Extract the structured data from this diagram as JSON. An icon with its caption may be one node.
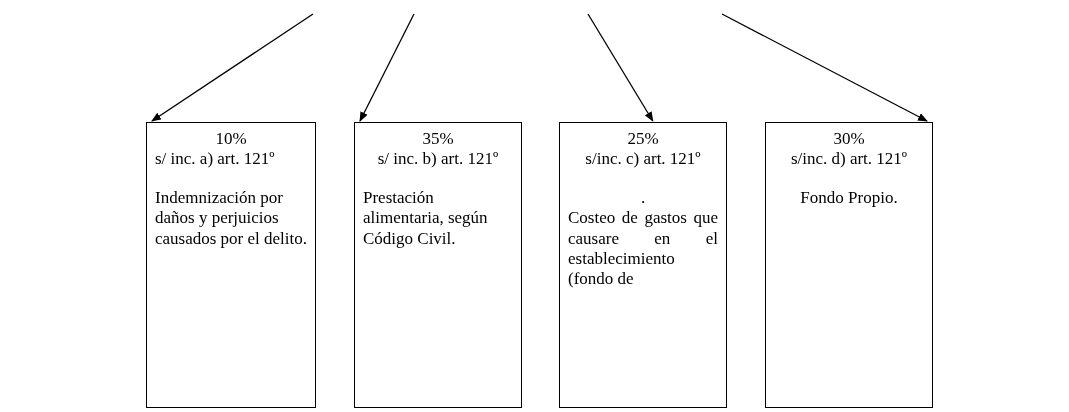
{
  "diagram": {
    "nodes": [
      {
        "text": [
          "10%",
          "s/ inc. a) art. 121º",
          "Indemnización por daños y perjuicios causados por el delito."
        ]
      },
      {
        "text": [
          "35%",
          "s/ inc. b) art. 121º",
          "Prestación alimentaria, según Código Civil."
        ]
      },
      {
        "text": [
          "25%",
          "s/inc. c) art. 121º",
          ".",
          "Costeo de gastos que causare en el establecimiento (fondo de"
        ]
      },
      {
        "text": [
          "30%",
          "s/inc. d) art. 121º",
          "Fondo Propio."
        ]
      }
    ],
    "edges": [
      {
        "from": null,
        "to": 0,
        "arrow": "to"
      },
      {
        "from": null,
        "to": 1,
        "arrow": "to"
      },
      {
        "from": null,
        "to": 2,
        "arrow": "to"
      },
      {
        "from": null,
        "to": 3,
        "arrow": "to"
      }
    ]
  }
}
